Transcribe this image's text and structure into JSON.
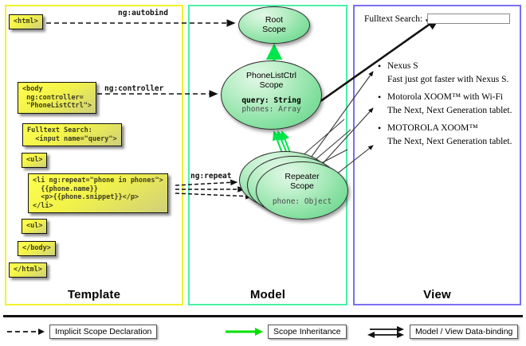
{
  "panels": {
    "template": {
      "title": "Template",
      "border_color": "#f2f22e"
    },
    "model": {
      "title": "Model",
      "border_color": "#4bf0a7"
    },
    "view": {
      "title": "View",
      "border_color": "#7a6ff0"
    }
  },
  "template_boxes": [
    {
      "id": "html",
      "code": "<html>"
    },
    {
      "id": "body",
      "code": "<body\n ng:controller=\n \"PhoneListCtrl\">"
    },
    {
      "id": "fulltext",
      "code": "Fulltext Search:\n  <input name=\"query\">"
    },
    {
      "id": "ul_open",
      "code": "<ul>"
    },
    {
      "id": "li",
      "code": "<li ng:repeat=\"phone in phones\">\n  {{phone.name}}\n  <p>{{phone.snippet}}</p>\n</li>"
    },
    {
      "id": "ul_close",
      "code": "<ul>"
    },
    {
      "id": "body_close",
      "code": "</body>"
    },
    {
      "id": "html_close",
      "code": "</html>"
    }
  ],
  "connector_labels": {
    "autobind": "ng:autobind",
    "controller": "ng:controller",
    "repeat": "ng:repeat"
  },
  "scopes": [
    {
      "id": "root",
      "title_line1": "Root",
      "title_line2": "Scope",
      "props": []
    },
    {
      "id": "phonelistctrl",
      "title_line1": "PhoneListCtrl",
      "title_line2": "Scope",
      "props": [
        {
          "text": "query: String",
          "emphasis": "bold"
        },
        {
          "text": "phones: Array",
          "emphasis": "dim"
        }
      ]
    },
    {
      "id": "repeater",
      "title_line1": "Repeater",
      "title_line2": "Scope",
      "props": [
        {
          "text": "phone: Object",
          "emphasis": "dim"
        }
      ]
    }
  ],
  "view": {
    "search_label": "Fulltext Search:",
    "search_value": "",
    "search_placeholder": "",
    "items": [
      {
        "name": "Nexus S",
        "snippet": "Fast just got faster with Nexus S."
      },
      {
        "name": "Motorola XOOM™ with Wi-Fi",
        "snippet": "The Next, Next Generation tablet."
      },
      {
        "name": "MOTOROLA XOOM™",
        "snippet": "The Next, Next Generation tablet."
      }
    ]
  },
  "legend": [
    {
      "id": "implicit",
      "label": "Implicit Scope Declaration",
      "arrow": "dashed-black"
    },
    {
      "id": "inherit",
      "label": "Scope Inheritance",
      "arrow": "solid-green",
      "color": "#00e000"
    },
    {
      "id": "databind",
      "label": "Model / View Data-binding",
      "arrow": "double-black"
    }
  ]
}
